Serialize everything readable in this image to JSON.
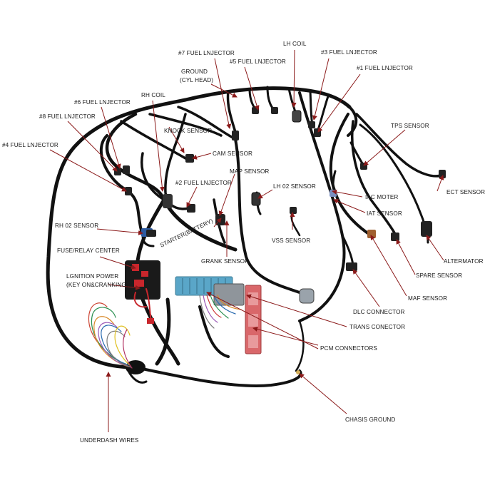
{
  "colors": {
    "arrow": "#8b1a1a",
    "harness": "#111111",
    "pcm_connector_blue": "#5aa6c8",
    "pcm_connector_red": "#d9676a",
    "fuse_box_red": "#c8262c",
    "background": "#ffffff"
  },
  "labels": [
    {
      "id": "fuel-injector-7",
      "text": "#7 FUEL LNJECTOR"
    },
    {
      "id": "ground-cyl-head-1",
      "text": "GROUND"
    },
    {
      "id": "ground-cyl-head-2",
      "text": "(CYL HEAD)"
    },
    {
      "id": "lh-coil",
      "text": "LH COIL"
    },
    {
      "id": "fuel-injector-5",
      "text": "#5 FUEL LNJECTOR"
    },
    {
      "id": "fuel-injector-3",
      "text": "#3 FUEL LNJECTOR"
    },
    {
      "id": "fuel-injector-1",
      "text": "#1 FUEL LNJECTOR"
    },
    {
      "id": "rh-coil",
      "text": "RH COIL"
    },
    {
      "id": "fuel-injector-6",
      "text": "#6 FUEL LNJECTOR"
    },
    {
      "id": "fuel-injector-8",
      "text": "#8 FUEL LNJECTOR"
    },
    {
      "id": "knock-sensor",
      "text": "KNOCK SENSOR"
    },
    {
      "id": "tps-sensor",
      "text": "TPS SENSOR"
    },
    {
      "id": "fuel-injector-4",
      "text": "#4 FUEL LNJECTOR"
    },
    {
      "id": "cam-sensor",
      "text": "CAM SENSOR"
    },
    {
      "id": "map-sensor",
      "text": "MAP SENSOR"
    },
    {
      "id": "ect-sensor",
      "text": "ECT SENSOR"
    },
    {
      "id": "fuel-injector-2",
      "text": "#2 FUEL LNJECTOR"
    },
    {
      "id": "lh-o2-sensor",
      "text": "LH 02 SENSOR"
    },
    {
      "id": "iac-moter",
      "text": "IAC MOTER"
    },
    {
      "id": "iat-sensor",
      "text": "IAT  SENSOR"
    },
    {
      "id": "rh-o2-sensor",
      "text": "RH 02 SENSOR"
    },
    {
      "id": "starter-battery",
      "text": "STARTER(BATTERY)"
    },
    {
      "id": "vss-sensor",
      "text": "VSS SENSOR"
    },
    {
      "id": "fuse-relay-center",
      "text": "FUSE/RELAY CENTER"
    },
    {
      "id": "grank-sensor",
      "text": "GRANK SENSOR"
    },
    {
      "id": "altermator",
      "text": "ALTERMATOR"
    },
    {
      "id": "spare-sensor",
      "text": "SPARE SENSOR"
    },
    {
      "id": "ignition-power-1",
      "text": "LGNITION POWER"
    },
    {
      "id": "ignition-power-2",
      "text": "(KEY ON&CRANKING)"
    },
    {
      "id": "maf-sensor",
      "text": "MAF SENSOR"
    },
    {
      "id": "dlc-connector",
      "text": "DLC CONNECTOR"
    },
    {
      "id": "trans-conector",
      "text": "TRANS CONECTOR"
    },
    {
      "id": "pcm-connectors",
      "text": "PCM   CONNECTORS"
    },
    {
      "id": "chasis-ground",
      "text": "CHASIS GROUND"
    },
    {
      "id": "underdash-wires",
      "text": "UNDERDASH WIRES"
    }
  ]
}
